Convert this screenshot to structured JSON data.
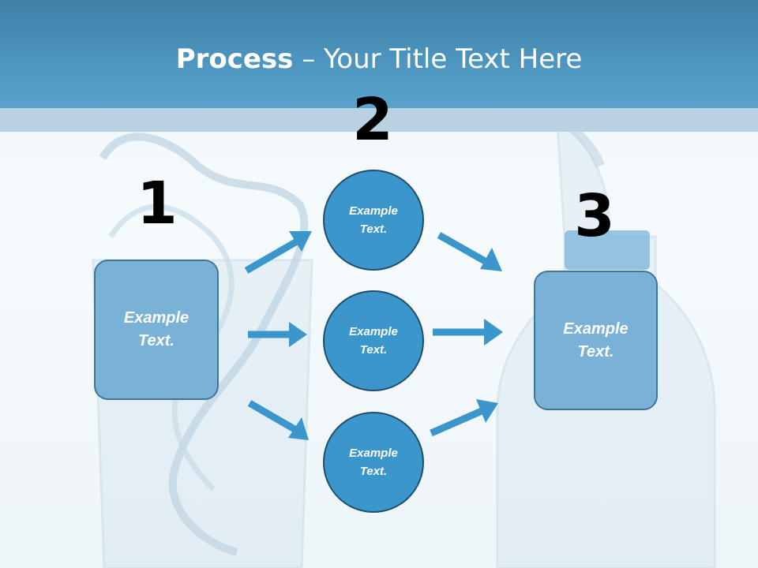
{
  "title": {
    "bold": "Process",
    "rest": " – Your Title Text Here"
  },
  "steps": [
    {
      "number": "1",
      "text": "Example Text."
    },
    {
      "number": "2",
      "text": "Example Text."
    },
    {
      "number": "3",
      "text": "Example Text."
    }
  ],
  "middle_circles": [
    {
      "text": "Example Text."
    },
    {
      "text": "Example Text."
    },
    {
      "text": "Example Text."
    }
  ],
  "colors": {
    "header": "#4b93bc",
    "box_fill": "#79b2d6",
    "circle_fill": "#3a96cb",
    "arrow": "#3a96cb"
  }
}
